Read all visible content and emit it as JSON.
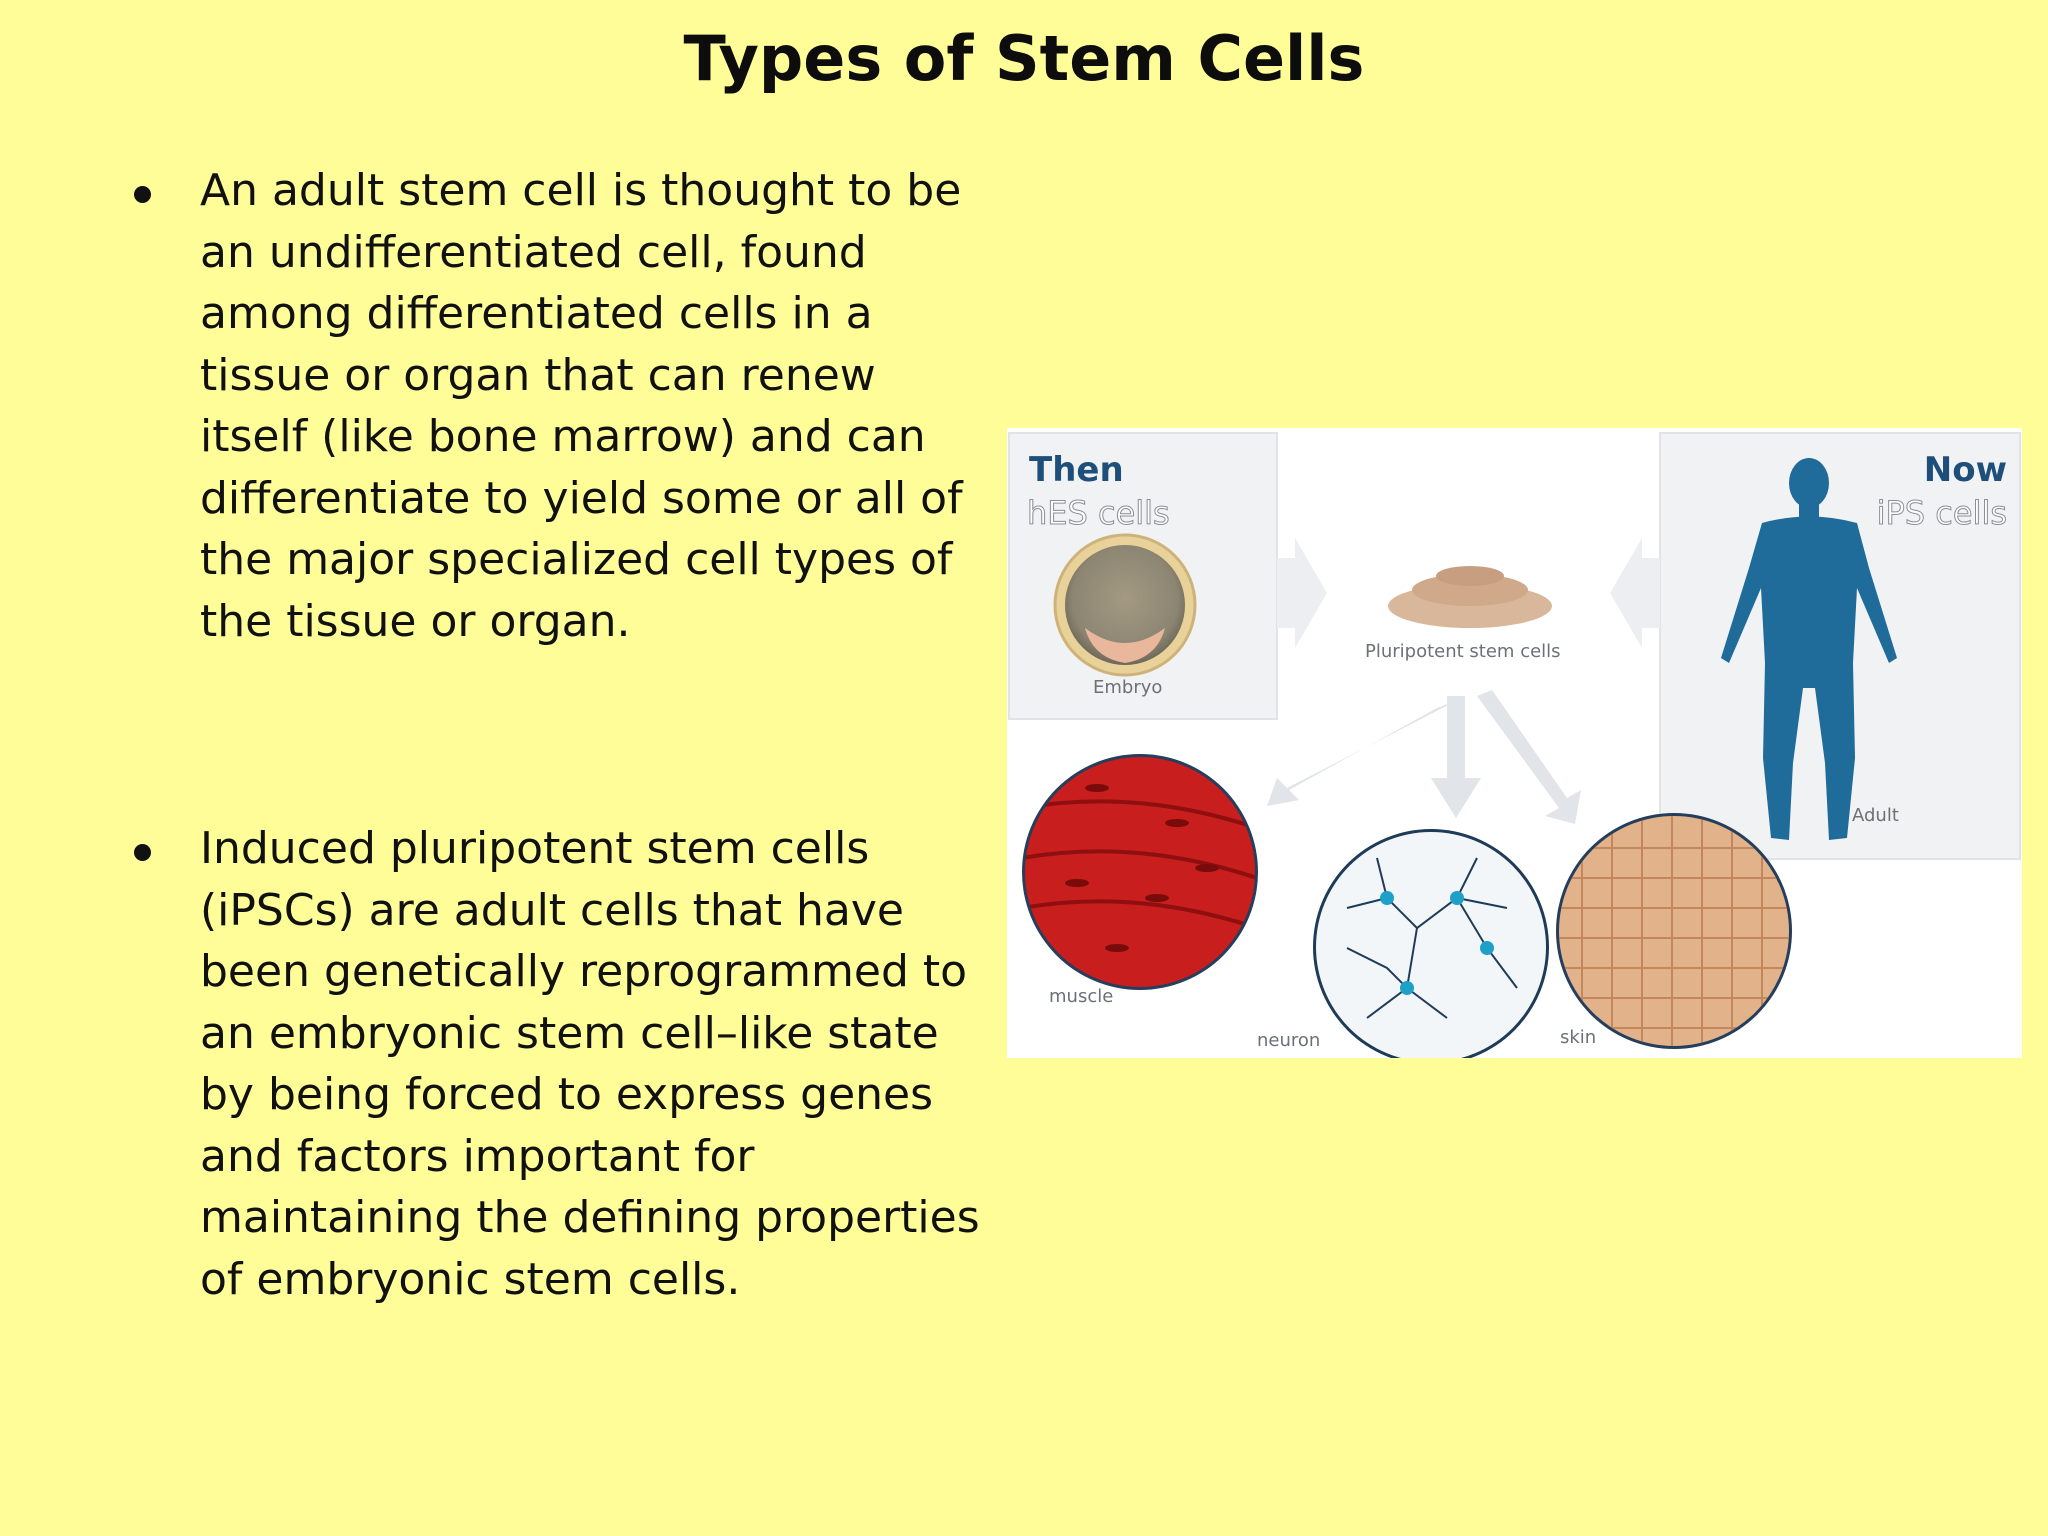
{
  "slide": {
    "title": "Types of Stem Cells",
    "bullets": [
      {
        "text": "An adult stem cell is thought to be an undifferentiated cell, found among differentiated cells in a tissue or organ that can renew itself (like bone marrow) and can differentiate to yield some or all of the major specialized cell types of the tissue or organ."
      },
      {
        "text": "Induced pluripotent stem cells (iPSCs) are adult cells that have been genetically reprogrammed to an embryonic stem cell–like state by being forced to express genes and factors important for maintaining the defining properties of embryonic stem cells."
      }
    ]
  },
  "figure": {
    "then_heading": "Then",
    "then_sub": "hES cells",
    "embryo_label": "Embryo",
    "pluripotent_label": "Pluripotent stem cells",
    "now_heading": "Now",
    "now_sub": "iPS cells",
    "adult_label": "Adult",
    "muscle_label": "muscle",
    "neuron_label": "neuron",
    "skin_label": "skin",
    "colors": {
      "background": "#fefd97",
      "heading_blue": "#1e4f7a",
      "body_blue": "#1f6b99",
      "muscle_red": "#c81e1e",
      "skin_tan": "#e2b28a"
    }
  }
}
